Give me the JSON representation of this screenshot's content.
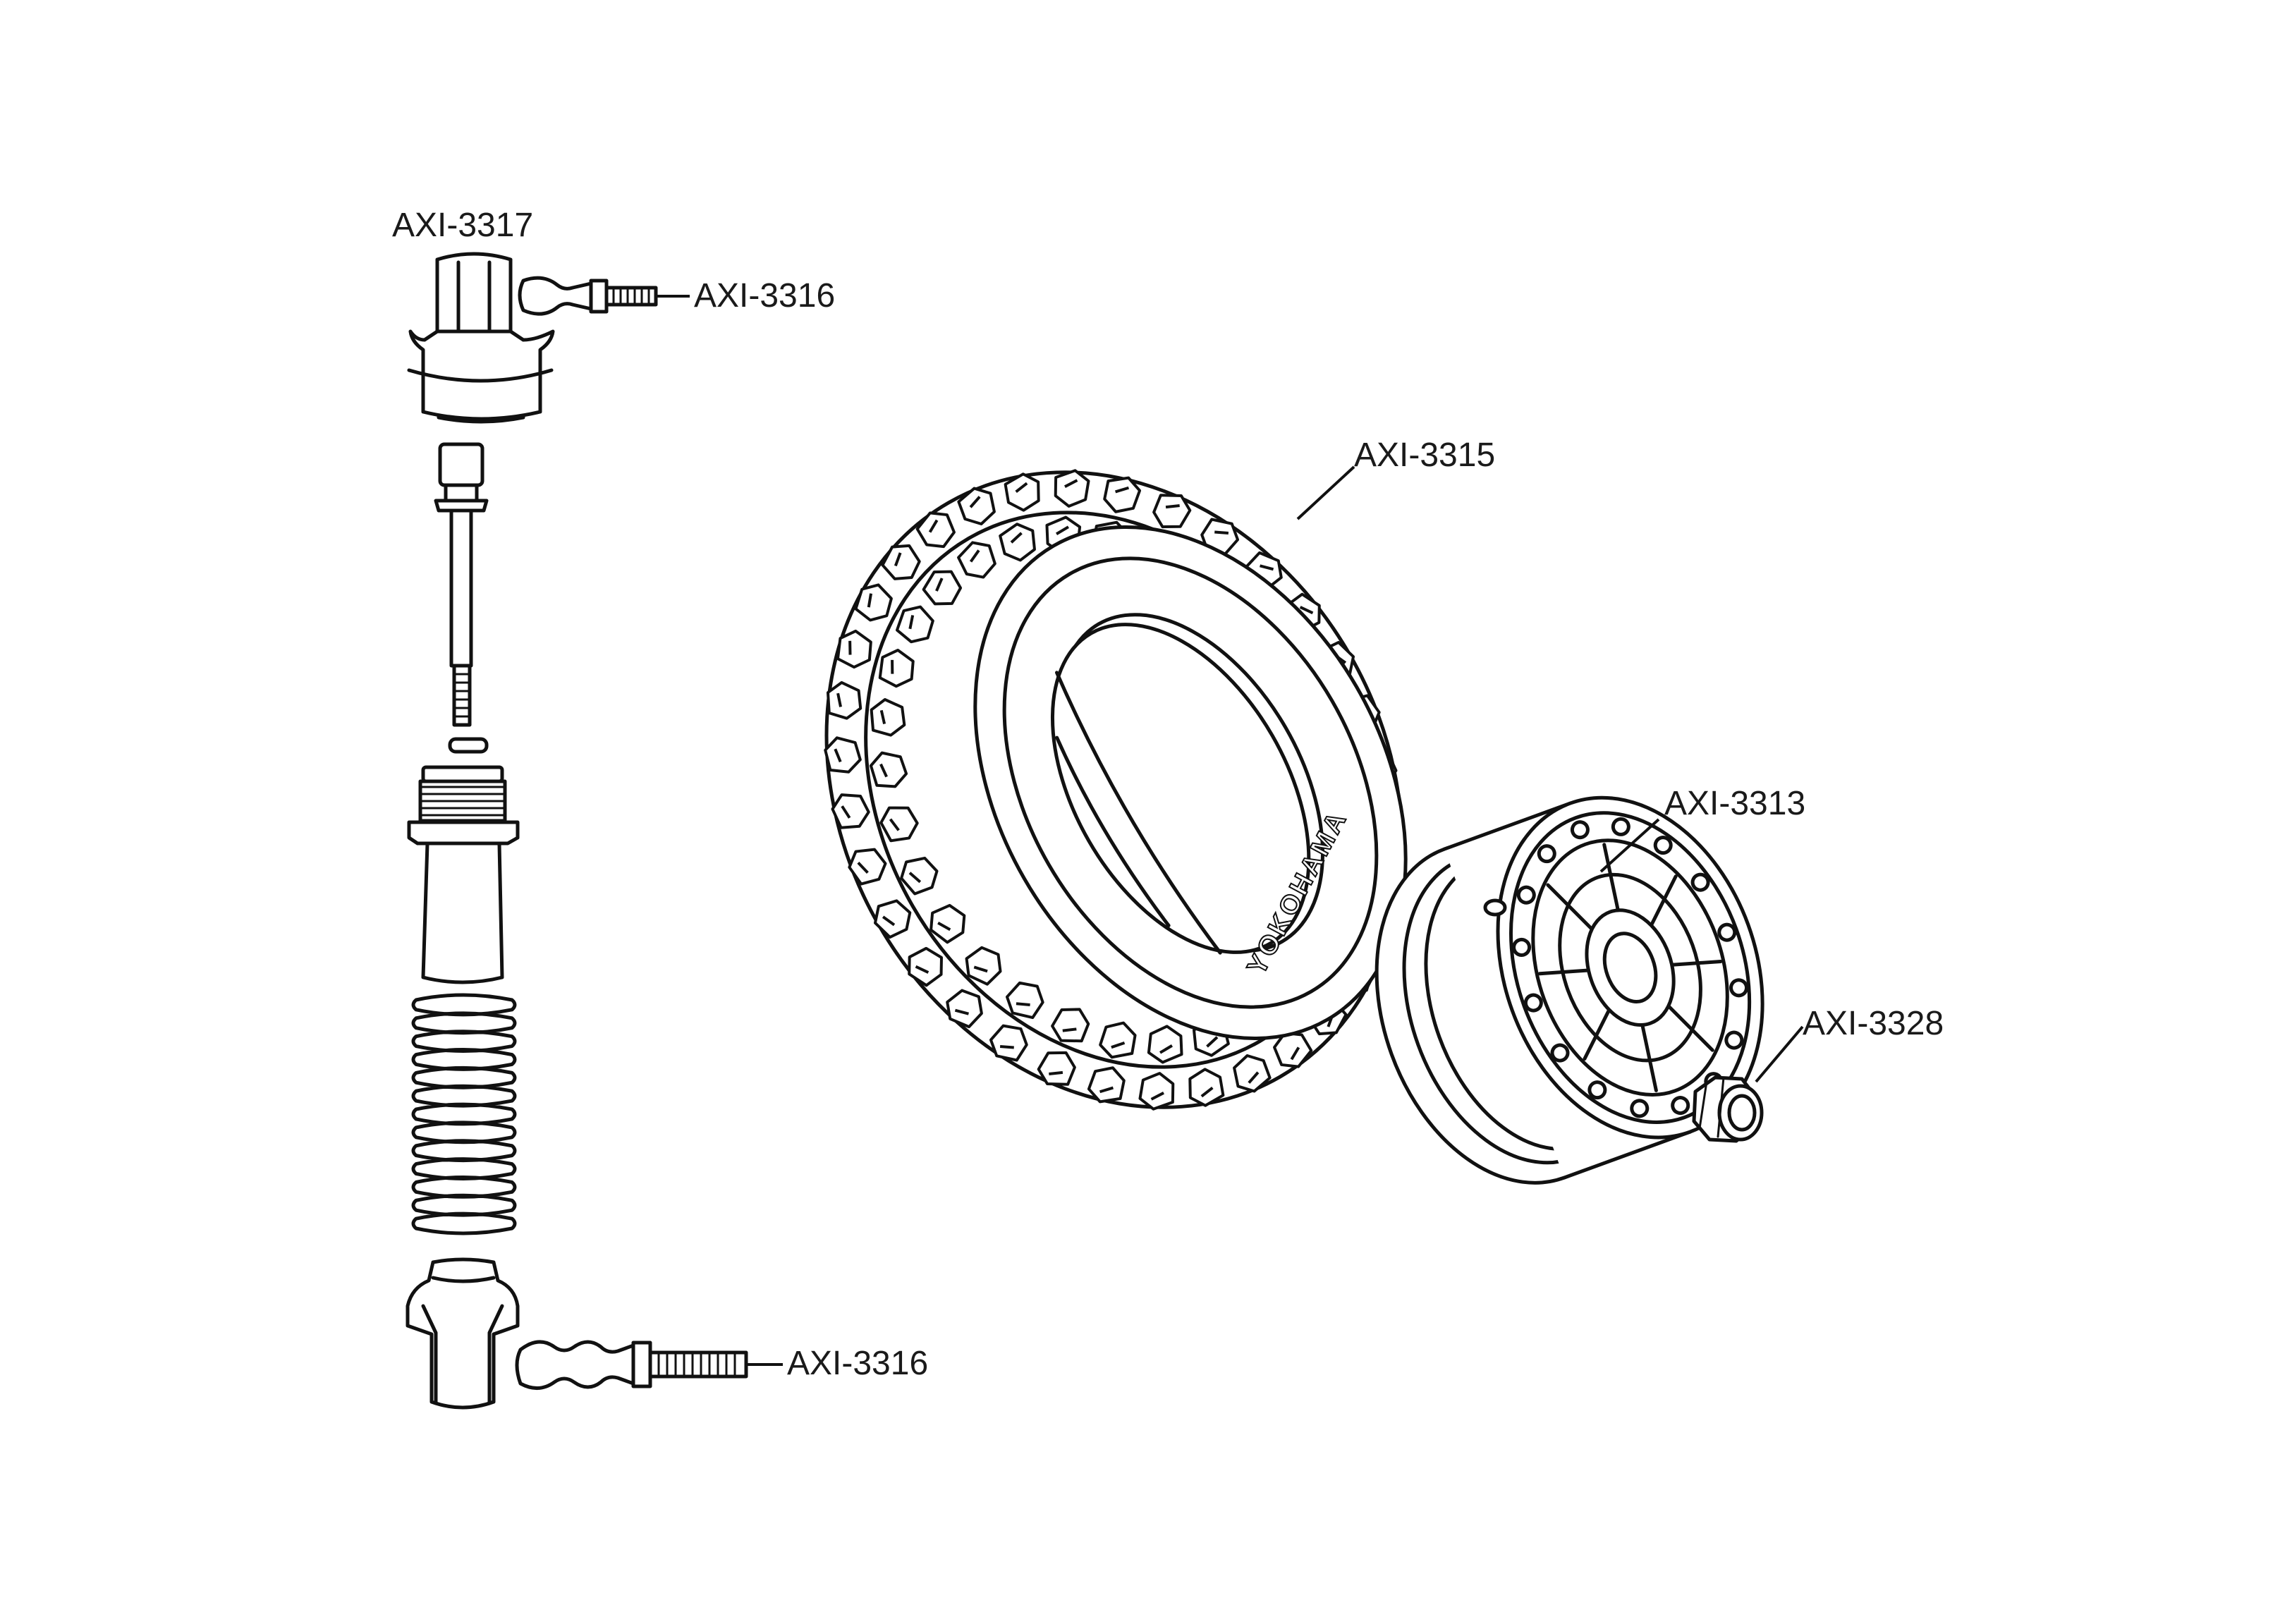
{
  "diagram": {
    "labels": {
      "shock_upper_end": "AXI-3317",
      "ball_stud_top": "AXI-3316",
      "tire": "AXI-3315",
      "wheel": "AXI-3313",
      "wheel_nut": "AXI-3328",
      "ball_stud_bottom": "AXI-3316"
    },
    "sidewall_text": {
      "brand": "YOKOHAMA"
    },
    "colors": {
      "line": "#111111",
      "fill": "#ffffff",
      "text": "#1a1a1a"
    }
  }
}
